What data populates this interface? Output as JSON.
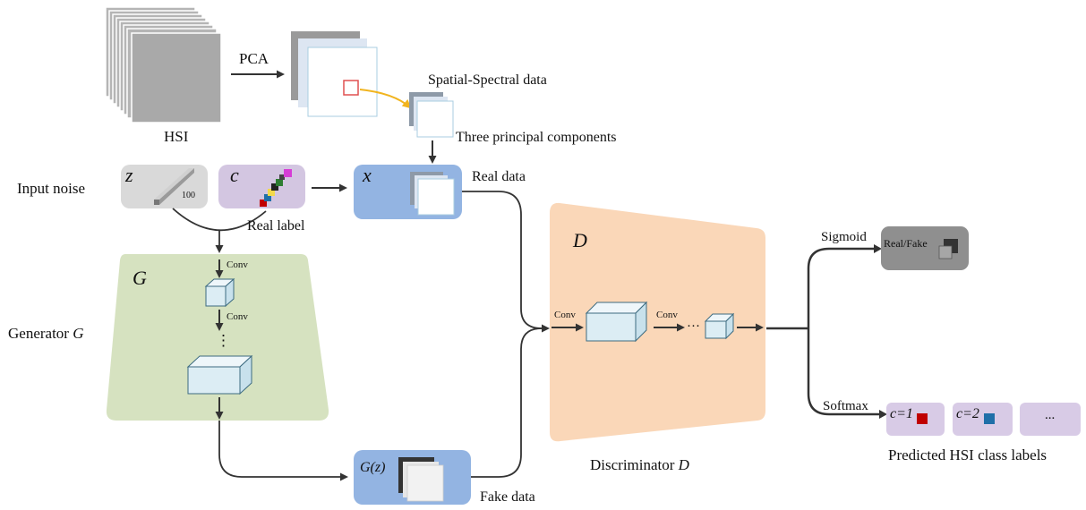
{
  "top": {
    "hsi_label": "HSI",
    "pca_label": "PCA",
    "spatial_spectral_label": "Spatial-Spectral data",
    "principal_components_label": "Three principal components"
  },
  "inputs": {
    "input_noise_label": "Input noise",
    "z_symbol": "z",
    "noise_dim": "100",
    "c_symbol": "c",
    "real_label": "Real  label",
    "x_symbol": "x",
    "real_data_label": "Real data"
  },
  "generator": {
    "symbol": "G",
    "side_label_prefix": "Generator ",
    "side_label_symbol": "G",
    "conv1": "Conv",
    "conv2": "Conv",
    "ellipsis": "⋮",
    "output_symbol": "G(z)",
    "fake_data_label": "Fake data"
  },
  "discriminator": {
    "symbol": "D",
    "conv1": "Conv",
    "conv2": "Conv",
    "ellipsis": "···",
    "caption_prefix": "Discriminator ",
    "caption_symbol": "D"
  },
  "outputs": {
    "sigmoid_label": "Sigmoid",
    "real_fake_label": "Real/Fake",
    "softmax_label": "Softmax",
    "class1_label": "c=1",
    "class2_label": "c=2",
    "class_more": "...",
    "predicted_label": "Predicted HSI class labels"
  },
  "colors": {
    "generator_fill": "#d6e2c0",
    "discriminator_fill": "#fad7b8",
    "data_box_fill": "#93b4e2",
    "label_box_fill": "#d3c6e1",
    "noise_box_fill": "#d9d9d9",
    "sigmoid_box_fill": "#8f8f8f",
    "class_box_fill": "#d8cbe6",
    "cube_fill": "#dcedf4",
    "arrow_orange": "#f1b41f",
    "class1_color": "#c00000",
    "class2_color": "#1f6fa8"
  }
}
